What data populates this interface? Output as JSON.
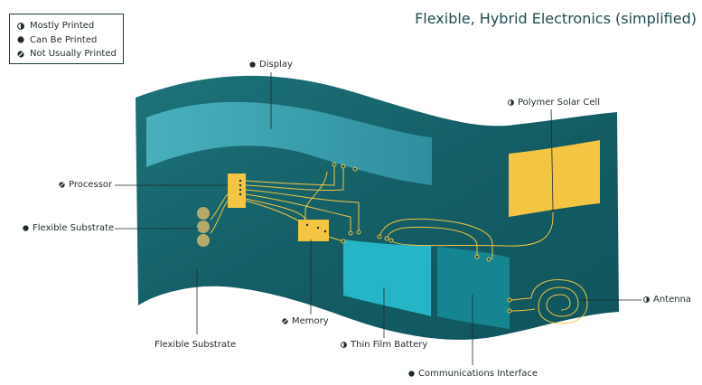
{
  "title": "Flexible, Hybrid Electronics (simplified)",
  "legend": [
    {
      "label": "Mostly Printed",
      "icon": "half-filled-circle-icon"
    },
    {
      "label": "Can Be Printed",
      "icon": "filled-circle-icon"
    },
    {
      "label": "Not Usually Printed",
      "icon": "slashed-circle-icon"
    }
  ],
  "labels": {
    "display": "Display",
    "solar": "Polymer Solar Cell",
    "processor": "Processor",
    "substrate_left": "Flexible Substrate",
    "substrate_bottom": "Flexible Substrate",
    "memory": "Memory",
    "battery": "Thin Film Battery",
    "comms": "Communications Interface",
    "antenna": "Antenna"
  },
  "colors": {
    "substrate": "#15626a",
    "substrate_top": "#1c6f76",
    "display": "#3aa4b4",
    "battery": "#25b5c6",
    "comms": "#168592",
    "component": "#f3c542",
    "text": "#1e2a2b",
    "title": "#1f4b4f"
  }
}
